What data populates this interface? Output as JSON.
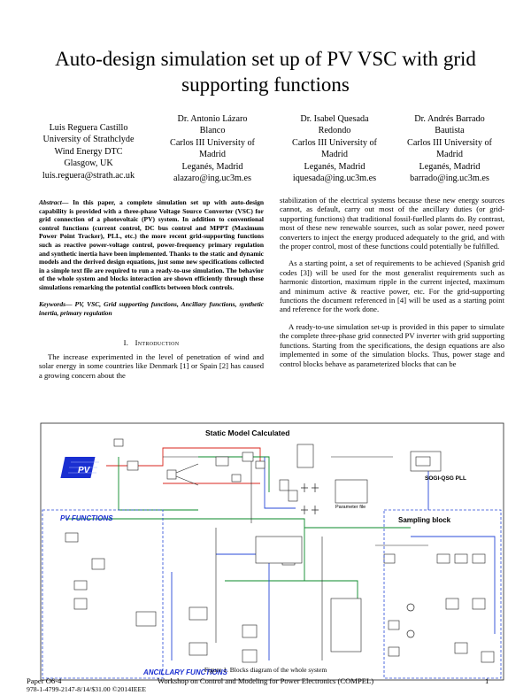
{
  "title": "Auto-design simulation set up of PV VSC with grid supporting functions",
  "authors": [
    {
      "lines": [
        "Luis Reguera Castillo",
        "University of Strathclyde",
        "Wind Energy DTC",
        "Glasgow, UK",
        "luis.reguera@strath.ac.uk"
      ]
    },
    {
      "lines": [
        "Dr. Antonio Lázaro",
        "Blanco",
        "Carlos III University of",
        "Madrid",
        "Leganés, Madrid",
        "alazaro@ing.uc3m.es"
      ]
    },
    {
      "lines": [
        "Dr. Isabel Quesada",
        "Redondo",
        "Carlos III University of",
        "Madrid",
        "Leganés, Madrid",
        "iquesada@ing.uc3m.es"
      ]
    },
    {
      "lines": [
        "Dr. Andrés Barrado",
        "Bautista",
        "Carlos III University of",
        "Madrid",
        "Leganés, Madrid",
        "barrado@ing.uc3m.es"
      ]
    }
  ],
  "abstract": {
    "lead": "Abstract",
    "text": "— In this paper, a complete simulation set up with auto-design capability is provided with a three-phase Voltage Source Converter (VSC) for grid connection of a photovoltaic (PV) system. In addition to conventional control functions (current control, DC bus control and MPPT (Maximum Power Point Tracker), PLL, etc.) the more recent grid-supporting functions such as reactive power-voltage control, power-frequency primary regulation and synthetic inertia have been implemented. Thanks to the static and dynamic models and the derived design equations, just some new specifications collected in a simple text file are required to run a ready-to-use simulation. The behavior of the whole system and blocks interaction are shown efficiently through these simulations remarking the potential conflicts between block controls."
  },
  "keywords": "Keywords— PV, VSC, Grid supporting functions, Ancillary functions, synthetic inertia, primary regulation",
  "section": {
    "number": "I.",
    "title": "Introduction"
  },
  "col_left_text": "The increase experimented in the level of penetration of wind and solar energy in some countries like Denmark [1] or Spain [2] has caused a growing concern about the",
  "col_right_paragraphs": [
    "stabilization of the electrical systems because these new energy sources cannot, as default, carry out most of the ancillary duties (or grid-supporting functions) that traditional fossil-fuelled plants do. By contrast, most of these new renewable sources, such as solar power, need power converters to inject the energy produced adequately to the grid, and with the proper control, most of these functions could potentially be fulfilled.",
    "As a starting point, a set of requirements to be achieved (Spanish grid codes [3]) will be used for the most generalist requirements such as harmonic distortion, maximum ripple in the current injected, maximum and minimum active & reactive power, etc. For the grid-supporting functions the document referenced in [4] will be used as a starting point and reference for the work done.",
    "A ready-to-use simulation set-up is provided in this paper to simulate the complete three-phase grid connected PV inverter with grid supporting functions. Starting from the specifications, the design equations are also implemented in some of the simulation blocks. Thus, power stage and control blocks behave as parameterized blocks that can be"
  ],
  "figure": {
    "labels": {
      "static_model": "Static Model Calculated",
      "pv_functions": "PV FUNCTIONS",
      "ancillary": "ANCILLARY FUNCTIONS",
      "sampling": "Sampling block",
      "pll": "SOGI-QSG PLL",
      "pv": "PV",
      "parameter_file": "Parameter file"
    },
    "caption": "Figure 1. Blocks diagram of the whole system",
    "colors": {
      "pv_blue": "#1a2fd1",
      "wire_green": "#0a8a2a",
      "wire_red": "#d8261c",
      "wire_blue": "#2748d8",
      "frame": "#222222"
    }
  },
  "footer": {
    "left_line1": "Paper O6-4",
    "left_line2": "978-1-4799-2147-8/14/$31.00 ©2014IEEE",
    "center": "Workshop on Control and Modeling for Power Electronics (COMPEL)",
    "page": "1"
  }
}
